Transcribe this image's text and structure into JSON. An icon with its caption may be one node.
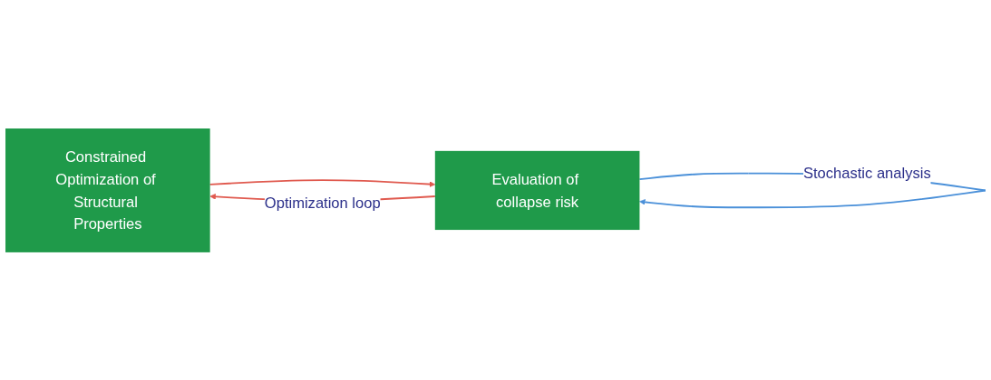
{
  "diagram": {
    "nodes": [
      {
        "text": [
          "Constrained Optimization of Structural Properties"
        ]
      },
      {
        "text": [
          "Evaluation of collapse risk"
        ]
      }
    ],
    "edges": [
      {
        "from": 0,
        "to": 1,
        "arrow": "to"
      },
      {
        "from": 1,
        "to": 0,
        "arrow": "to",
        "label": "Optimization loop"
      },
      {
        "from": 1,
        "to": 1,
        "arrow": "to",
        "label": "Stochastic analysis",
        "color": "#4a90d9"
      }
    ]
  }
}
